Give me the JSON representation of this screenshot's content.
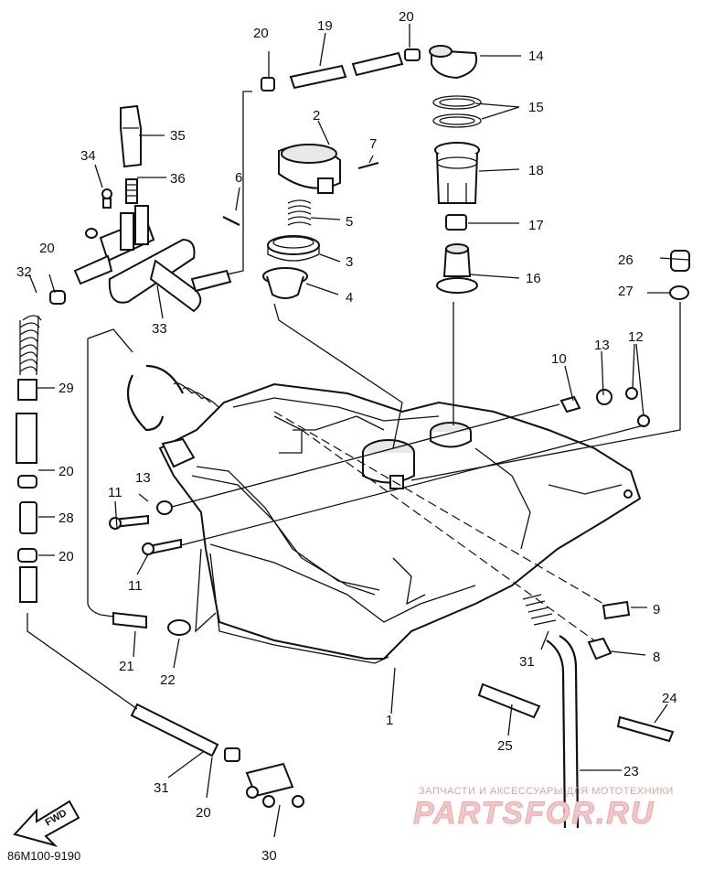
{
  "part_labels": {
    "p1": "1",
    "p2": "2",
    "p3": "3",
    "p4": "4",
    "p5": "5",
    "p6": "6",
    "p7": "7",
    "p8": "8",
    "p9": "9",
    "p10": "10",
    "p11a": "11",
    "p11b": "11",
    "p12": "12",
    "p13a": "13",
    "p13b": "13",
    "p14": "14",
    "p15": "15",
    "p16": "16",
    "p17": "17",
    "p18": "18",
    "p19": "19",
    "p20a": "20",
    "p20b": "20",
    "p20c": "20",
    "p20d": "20",
    "p20e": "20",
    "p20f": "20",
    "p21": "21",
    "p22": "22",
    "p23": "23",
    "p24": "24",
    "p25": "25",
    "p26": "26",
    "p27": "27",
    "p28": "28",
    "p29": "29",
    "p30": "30",
    "p31a": "31",
    "p31b": "31",
    "p32": "32",
    "p33": "33",
    "p34": "34",
    "p35": "35",
    "p36": "36"
  },
  "diagram_code": "86M100-9190",
  "forward_arrow_label": "FWD",
  "watermark": {
    "caption": "ЗАПЧАСТИ И АКСЕССУАРЫ ДЛЯ МОТОТЕХНИКИ",
    "brand": "PARTSFOR.RU"
  },
  "colors": {
    "line": "#111111",
    "watermark": "#e7a9a9"
  }
}
